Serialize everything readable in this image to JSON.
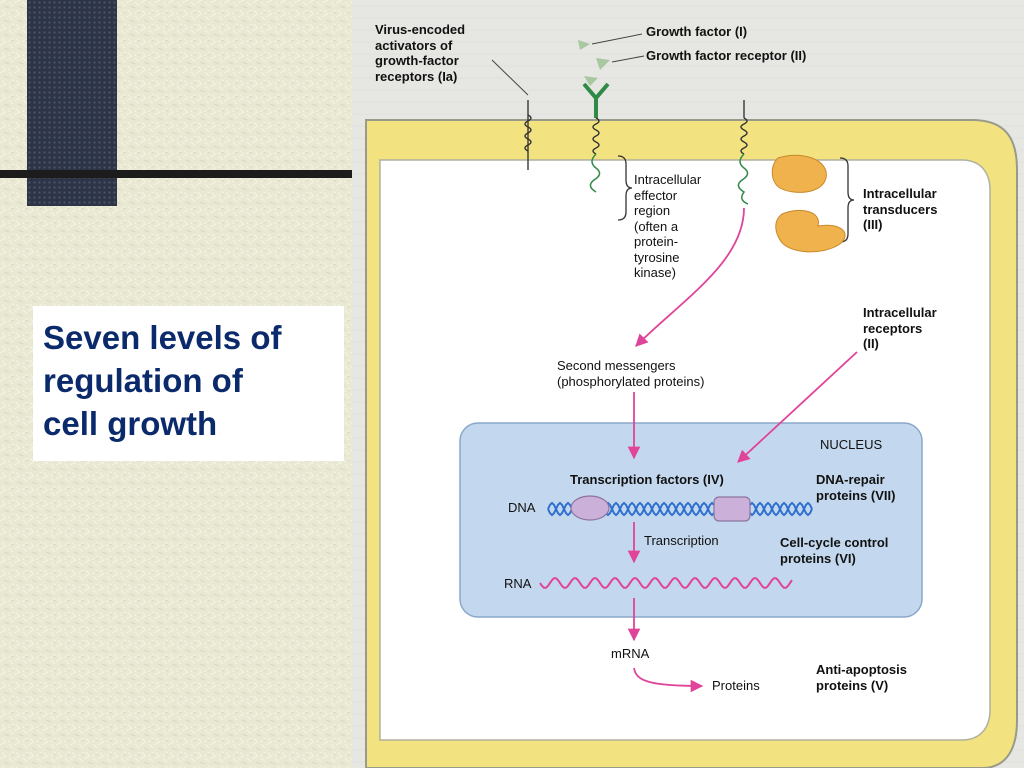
{
  "slide": {
    "title": "Seven levels of\nregulation of\ncell growth"
  },
  "diagram": {
    "labels": {
      "virus_activators": "Virus-encoded\nactivators of\ngrowth-factor\nreceptors (Ia)",
      "growth_factor": "Growth factor (I)",
      "growth_factor_receptor": "Growth factor receptor (II)",
      "effector_region": "Intracellular\neffector\nregion\n(often a\nprotein-\ntyrosine\nkinase)",
      "intracellular_transducers": "Intracellular\ntransducers\n(III)",
      "intracellular_receptors": "Intracellular\nreceptors\n(II)",
      "second_messengers": "Second messengers\n(phosphorylated proteins)",
      "nucleus": "NUCLEUS",
      "transcription_factors": "Transcription factors (IV)",
      "dna_repair": "DNA-repair\nproteins (VII)",
      "dna": "DNA",
      "transcription": "Transcription",
      "cell_cycle": "Cell-cycle control\nproteins (VI)",
      "rna": "RNA",
      "mrna": "mRNA",
      "proteins": "Proteins",
      "anti_apoptosis": "Anti-apoptosis\nproteins (V)"
    },
    "colors": {
      "cell_membrane": "#f2e380",
      "membrane_outline": "#9a9a8a",
      "nucleus_fill": "#c3d8ee",
      "arrow": "#e0439a",
      "dna_strand": "#2f6fd0",
      "rna_strand": "#e0439a",
      "receptor": "#2e8a46",
      "transducer": "#efb24d",
      "transcription_factor": "#cbb1da",
      "growth_factor": "#a8c8a0",
      "title": "#0b2a6b"
    }
  }
}
